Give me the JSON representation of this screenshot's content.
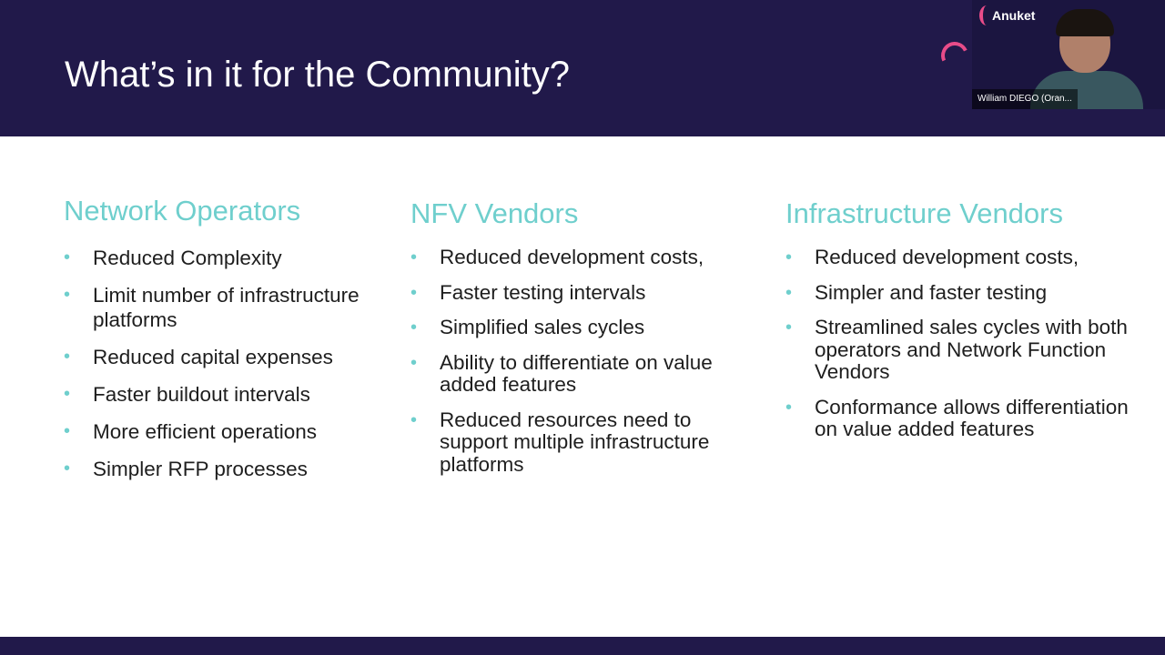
{
  "slide": {
    "title": "What’s in it for the Community?"
  },
  "columns": [
    {
      "heading": "Network Operators",
      "items": [
        "Reduced Complexity",
        "Limit number of infrastructure platforms",
        "Reduced capital expenses",
        "Faster buildout intervals",
        "More efficient operations",
        "Simpler RFP processes"
      ]
    },
    {
      "heading": "NFV Vendors",
      "items": [
        "Reduced development costs,",
        "Faster testing intervals",
        "Simplified sales cycles",
        "Ability to differentiate on value added features",
        "Reduced resources need to  support multiple infrastructure platforms"
      ]
    },
    {
      "heading": "Infrastructure Vendors",
      "items": [
        "Reduced development costs,",
        "Simpler and faster testing",
        "Streamlined sales cycles with both operators and Network Function Vendors",
        "Conformance allows differentiation on value added features"
      ]
    }
  ],
  "bullet_glyph": "•",
  "video": {
    "logo_text": "Anuket",
    "participant_name": "William DIEGO (Oran..."
  },
  "colors": {
    "header_bg": "#21194a",
    "heading_accent": "#6fcfcd",
    "body_text": "#1e1e1e"
  }
}
